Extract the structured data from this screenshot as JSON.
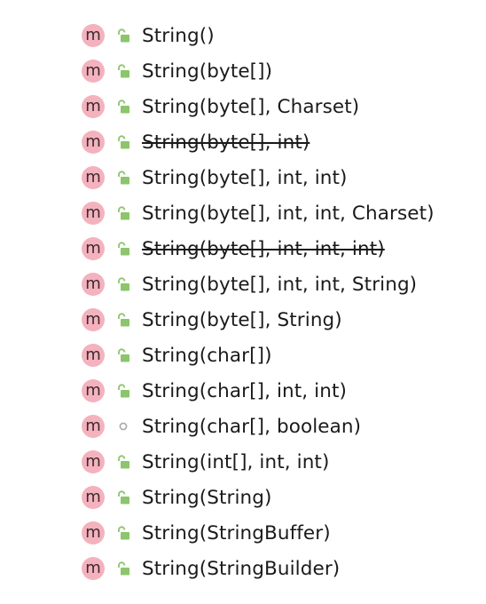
{
  "members": [
    {
      "kind": "m",
      "access": "public-lock-icon",
      "label": "String()",
      "deprecated": false
    },
    {
      "kind": "m",
      "access": "public-lock-icon",
      "label": "String(byte[])",
      "deprecated": false
    },
    {
      "kind": "m",
      "access": "public-lock-icon",
      "label": "String(byte[], Charset)",
      "deprecated": false
    },
    {
      "kind": "m",
      "access": "public-lock-icon",
      "label": "String(byte[], int)",
      "deprecated": true
    },
    {
      "kind": "m",
      "access": "public-lock-icon",
      "label": "String(byte[], int, int)",
      "deprecated": false
    },
    {
      "kind": "m",
      "access": "public-lock-icon",
      "label": "String(byte[], int, int, Charset)",
      "deprecated": false
    },
    {
      "kind": "m",
      "access": "public-lock-icon",
      "label": "String(byte[], int, int, int)",
      "deprecated": true
    },
    {
      "kind": "m",
      "access": "public-lock-icon",
      "label": "String(byte[], int, int, String)",
      "deprecated": false
    },
    {
      "kind": "m",
      "access": "public-lock-icon",
      "label": "String(byte[], String)",
      "deprecated": false
    },
    {
      "kind": "m",
      "access": "public-lock-icon",
      "label": "String(char[])",
      "deprecated": false
    },
    {
      "kind": "m",
      "access": "public-lock-icon",
      "label": "String(char[], int, int)",
      "deprecated": false
    },
    {
      "kind": "m",
      "access": "package-private-dot-icon",
      "label": "String(char[], boolean)",
      "deprecated": false
    },
    {
      "kind": "m",
      "access": "public-lock-icon",
      "label": "String(int[], int, int)",
      "deprecated": false
    },
    {
      "kind": "m",
      "access": "public-lock-icon",
      "label": "String(String)",
      "deprecated": false
    },
    {
      "kind": "m",
      "access": "public-lock-icon",
      "label": "String(StringBuffer)",
      "deprecated": false
    },
    {
      "kind": "m",
      "access": "public-lock-icon",
      "label": "String(StringBuilder)",
      "deprecated": false
    }
  ],
  "colors": {
    "method_badge": "#f4b2be",
    "public_lock": "#8cc56b",
    "package_dot": "#a8a8a8",
    "text": "#1a1a1a"
  }
}
